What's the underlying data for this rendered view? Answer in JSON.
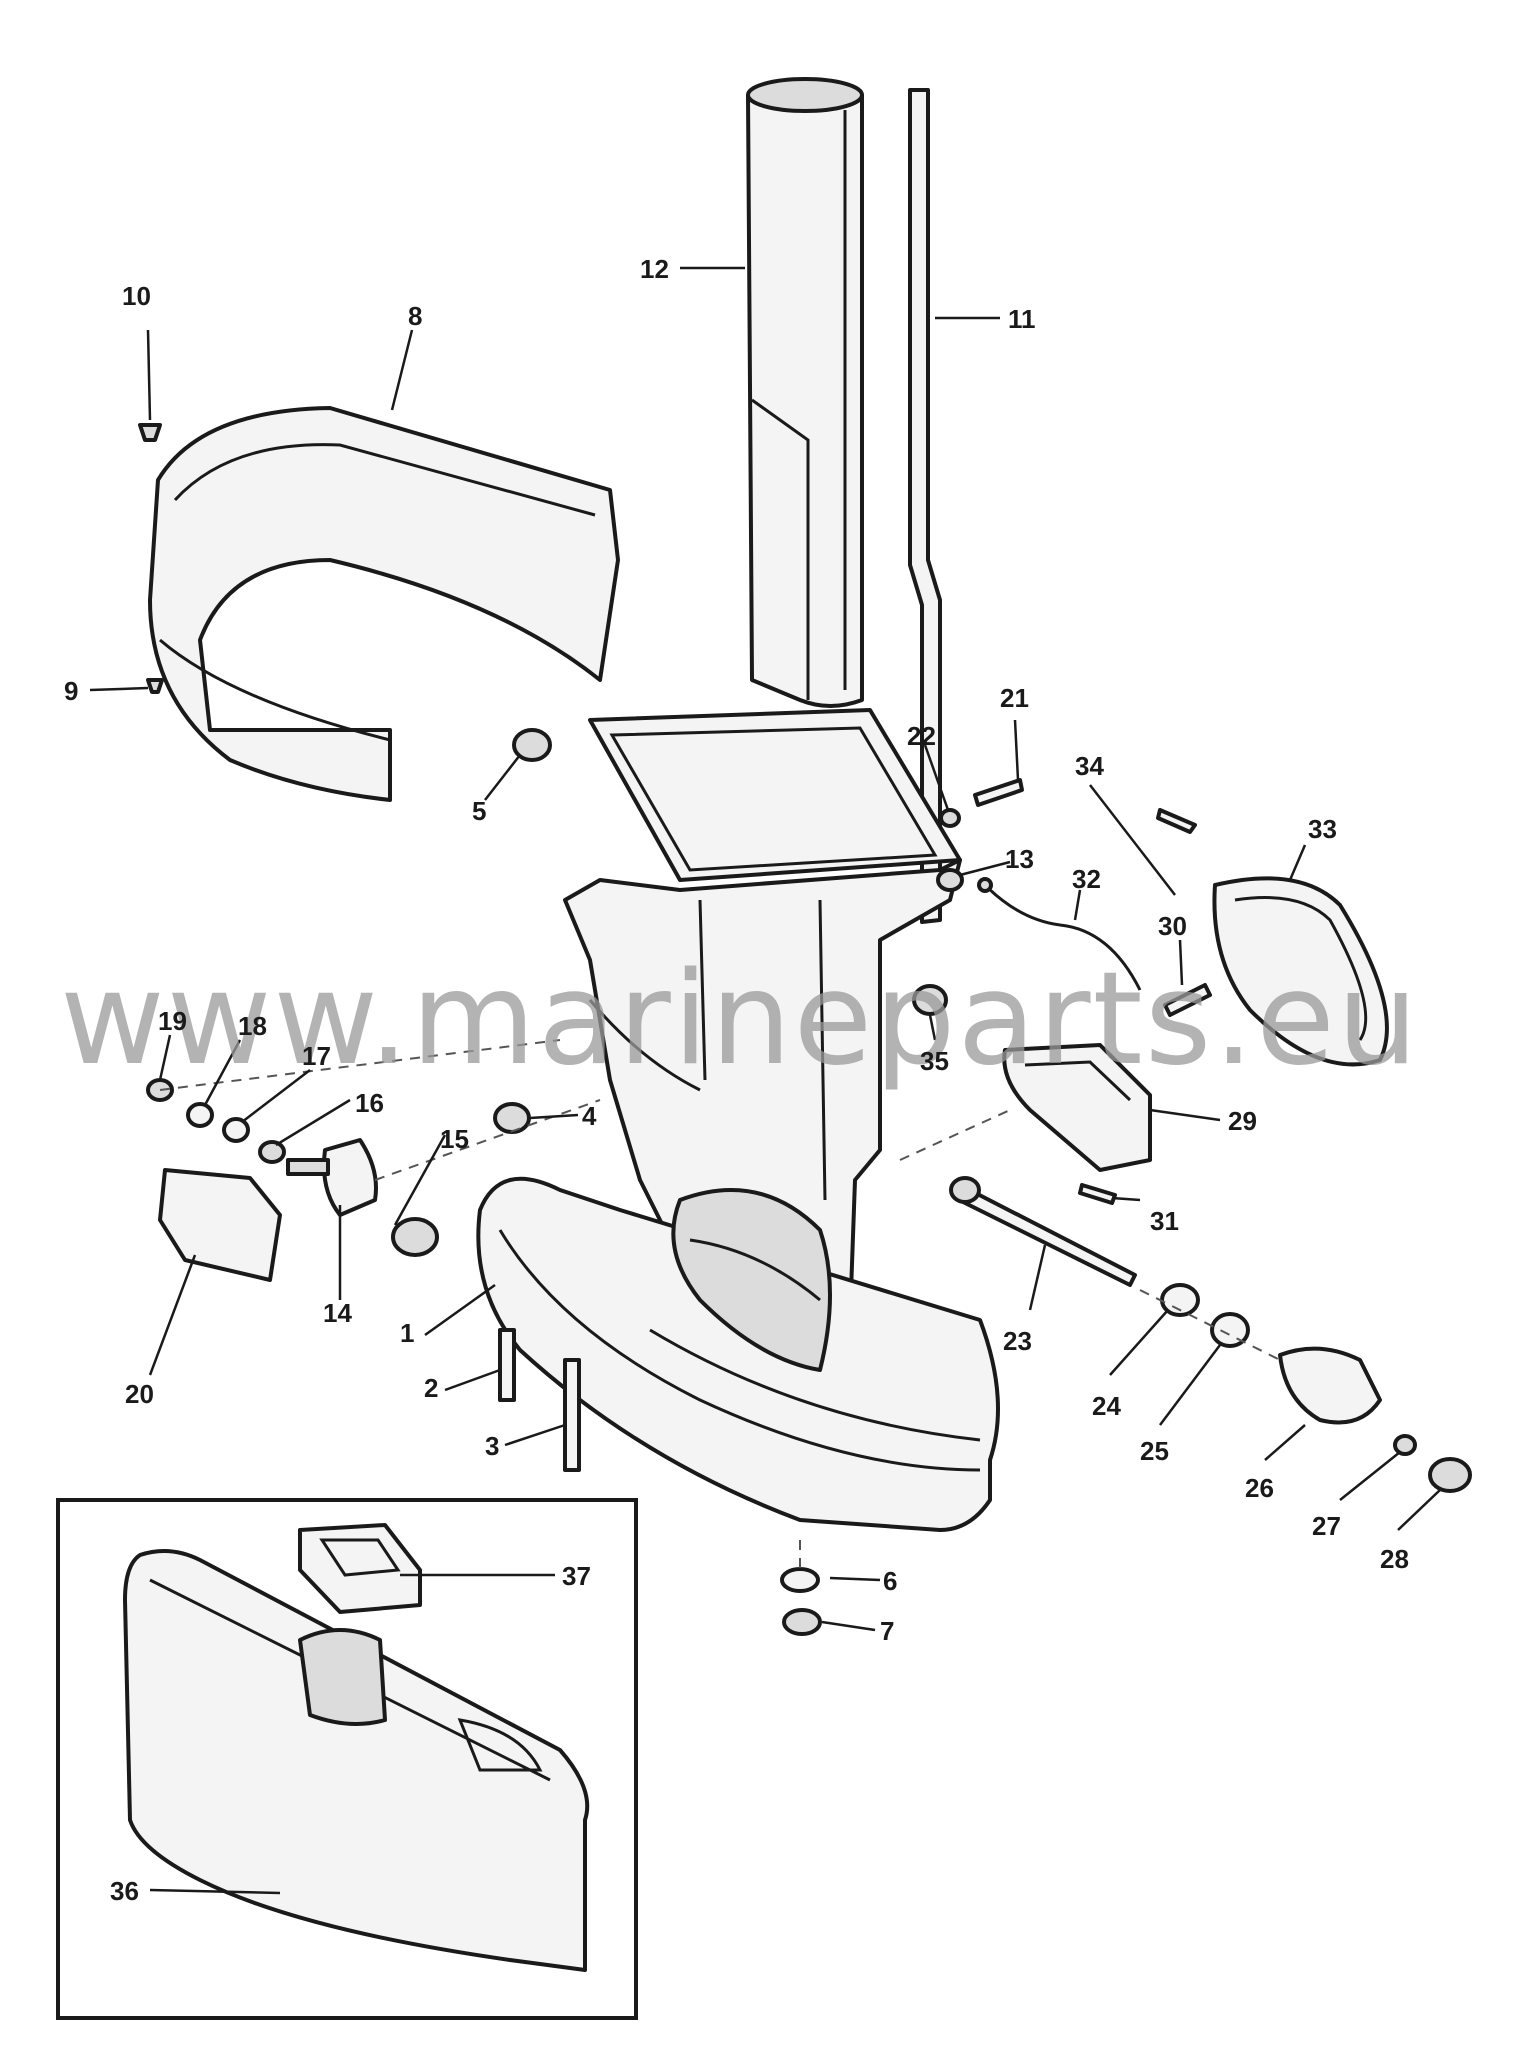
{
  "watermark": "www.marineparts.eu",
  "callouts": [
    {
      "id": "1",
      "label": "1"
    },
    {
      "id": "2",
      "label": "2"
    },
    {
      "id": "3",
      "label": "3"
    },
    {
      "id": "4",
      "label": "4"
    },
    {
      "id": "5",
      "label": "5"
    },
    {
      "id": "6",
      "label": "6"
    },
    {
      "id": "7",
      "label": "7"
    },
    {
      "id": "8",
      "label": "8"
    },
    {
      "id": "9",
      "label": "9"
    },
    {
      "id": "10",
      "label": "10"
    },
    {
      "id": "11",
      "label": "11"
    },
    {
      "id": "12",
      "label": "12"
    },
    {
      "id": "13",
      "label": "13"
    },
    {
      "id": "14",
      "label": "14"
    },
    {
      "id": "15",
      "label": "15"
    },
    {
      "id": "16",
      "label": "16"
    },
    {
      "id": "17",
      "label": "17"
    },
    {
      "id": "18",
      "label": "18"
    },
    {
      "id": "19",
      "label": "19"
    },
    {
      "id": "20",
      "label": "20"
    },
    {
      "id": "21",
      "label": "21"
    },
    {
      "id": "22",
      "label": "22"
    },
    {
      "id": "23",
      "label": "23"
    },
    {
      "id": "24",
      "label": "24"
    },
    {
      "id": "25",
      "label": "25"
    },
    {
      "id": "26",
      "label": "26"
    },
    {
      "id": "27",
      "label": "27"
    },
    {
      "id": "28",
      "label": "28"
    },
    {
      "id": "29",
      "label": "29"
    },
    {
      "id": "30",
      "label": "30"
    },
    {
      "id": "31",
      "label": "31"
    },
    {
      "id": "32",
      "label": "32"
    },
    {
      "id": "33",
      "label": "33"
    },
    {
      "id": "34",
      "label": "34"
    },
    {
      "id": "35",
      "label": "35"
    },
    {
      "id": "36",
      "label": "36"
    },
    {
      "id": "37",
      "label": "37"
    }
  ]
}
